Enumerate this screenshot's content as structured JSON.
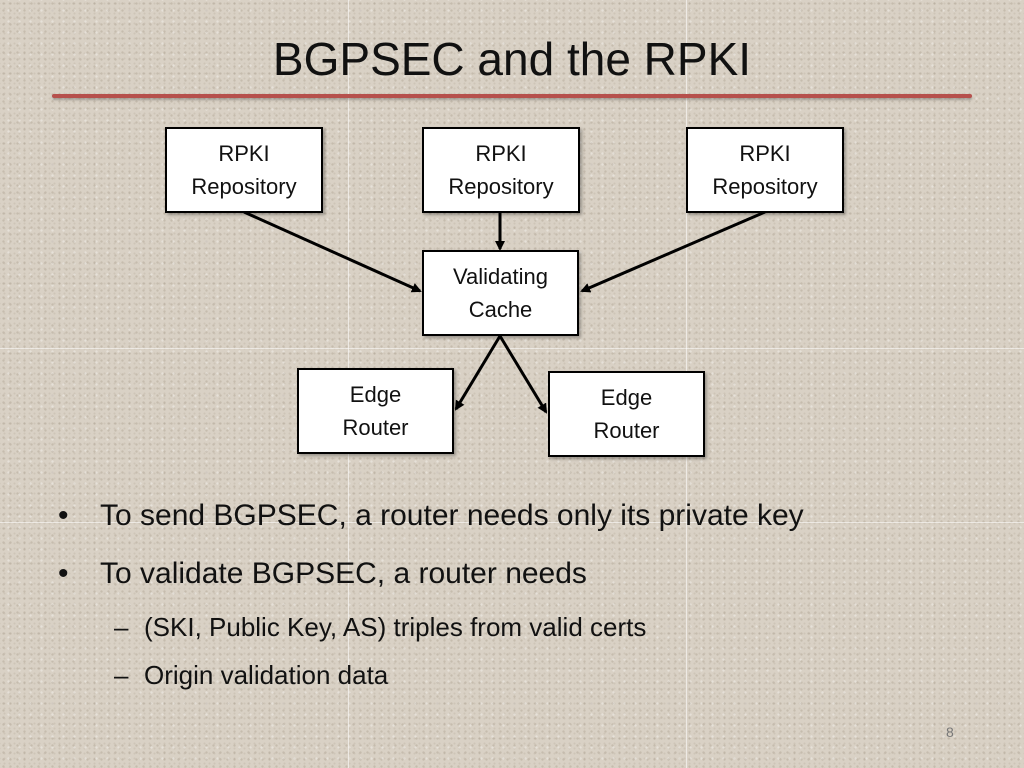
{
  "slide": {
    "title": "BGPSEC and the RPKI",
    "page_number": "8"
  },
  "diagram": {
    "repositories": [
      {
        "line1": "RPKI",
        "line2": "Repository"
      },
      {
        "line1": "RPKI",
        "line2": "Repository"
      },
      {
        "line1": "RPKI",
        "line2": "Repository"
      }
    ],
    "cache": {
      "line1": "Validating",
      "line2": "Cache"
    },
    "routers": [
      {
        "line1": "Edge",
        "line2": "Router"
      },
      {
        "line1": "Edge",
        "line2": "Router"
      }
    ]
  },
  "bullets": [
    {
      "marker": "•",
      "text": "To send BGPSEC, a router needs only its private key"
    },
    {
      "marker": "•",
      "text": "To validate BGPSEC, a router needs"
    }
  ],
  "sub_bullets": [
    {
      "marker": "–",
      "text": "(SKI, Public Key, AS) triples from valid certs"
    },
    {
      "marker": "–",
      "text": "Origin validation data"
    }
  ],
  "colors": {
    "rule": "#b6504c",
    "background": "#d9d1c5"
  }
}
